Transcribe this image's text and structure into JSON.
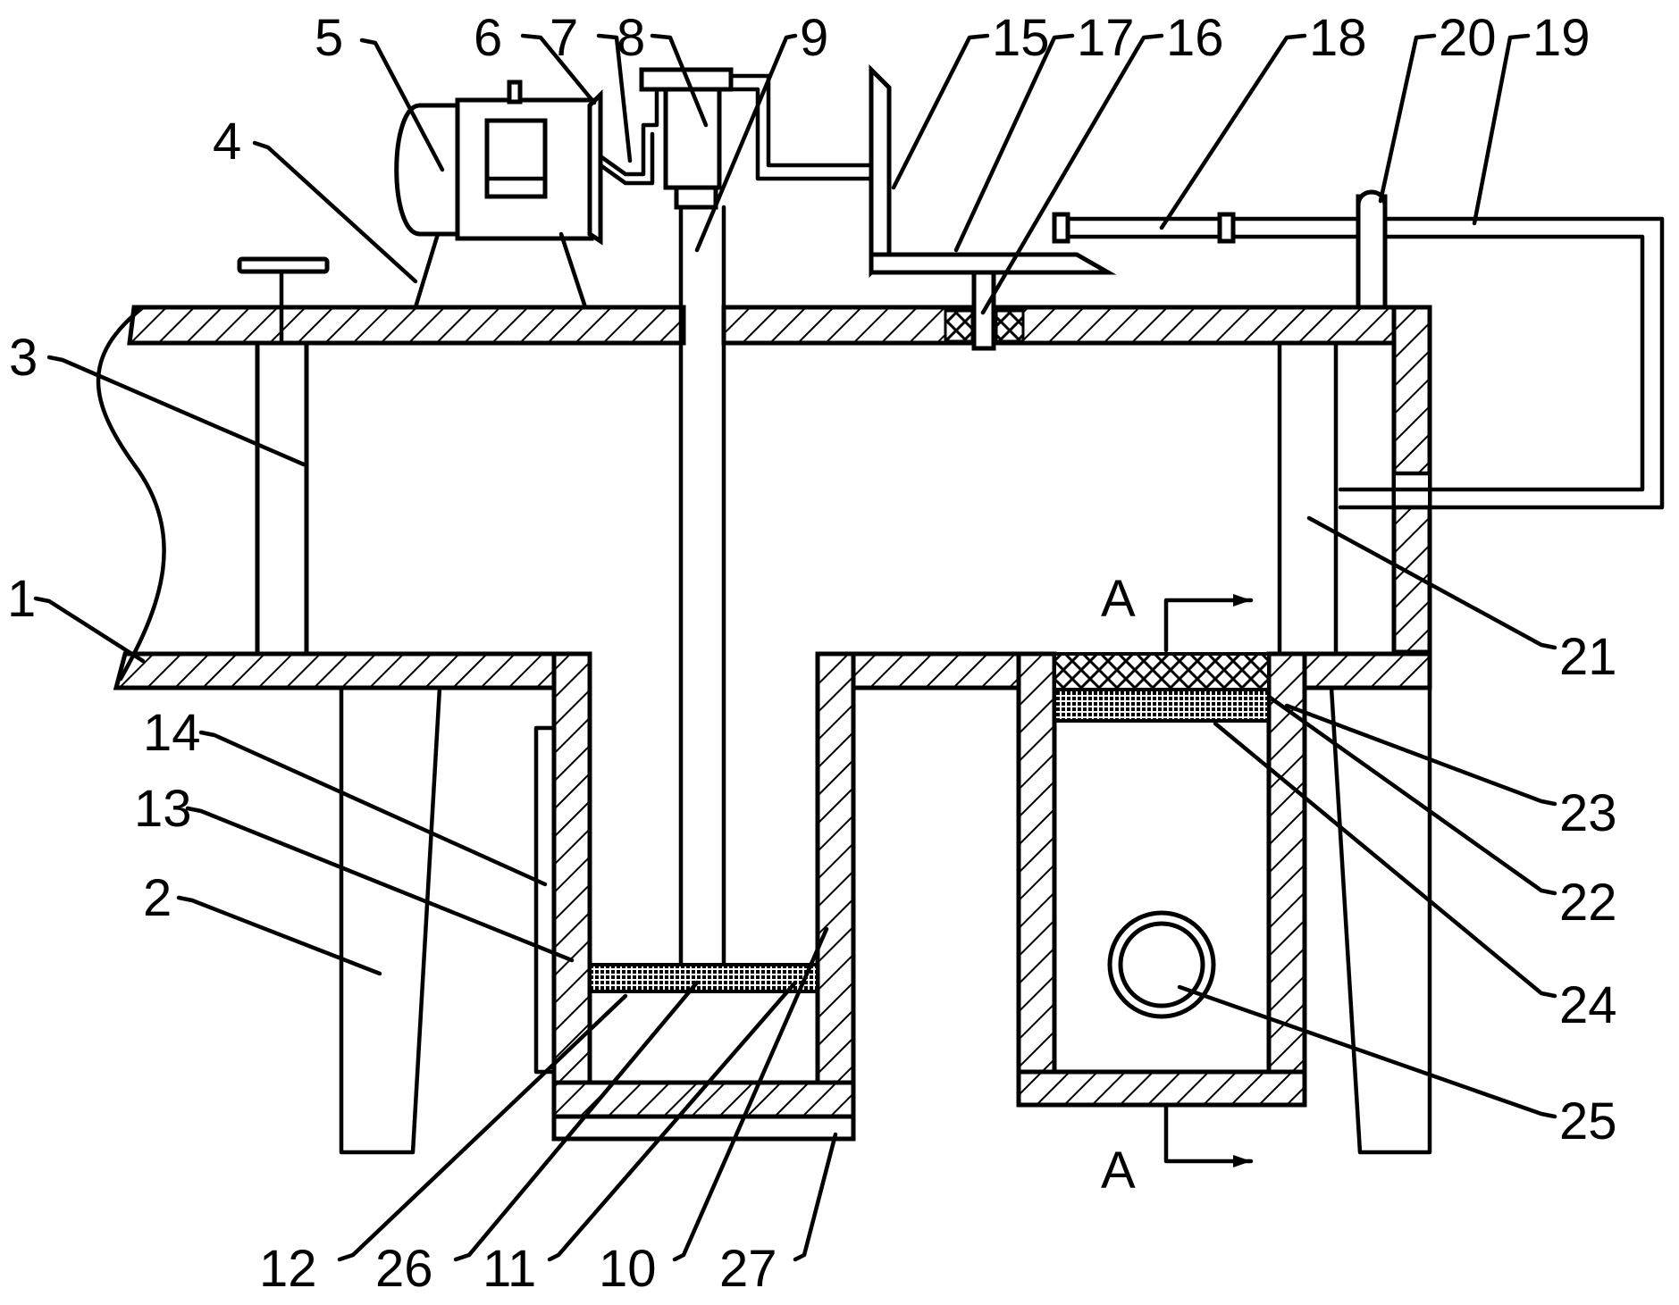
{
  "labels": {
    "n1": "1",
    "n2": "2",
    "n3": "3",
    "n4": "4",
    "n5": "5",
    "n6": "6",
    "n7": "7",
    "n8": "8",
    "n9": "9",
    "n10": "10",
    "n11": "11",
    "n12": "12",
    "n13": "13",
    "n14": "14",
    "n15": "15",
    "n16": "16",
    "n17": "17",
    "n18": "18",
    "n19": "19",
    "n20": "20",
    "n21": "21",
    "n22": "22",
    "n23": "23",
    "n24": "24",
    "n25": "25",
    "n26": "26",
    "n27": "27"
  },
  "section_marks": {
    "top": "A",
    "bottom": "A"
  },
  "colors": {
    "ink": "#000000",
    "paper": "#ffffff"
  }
}
